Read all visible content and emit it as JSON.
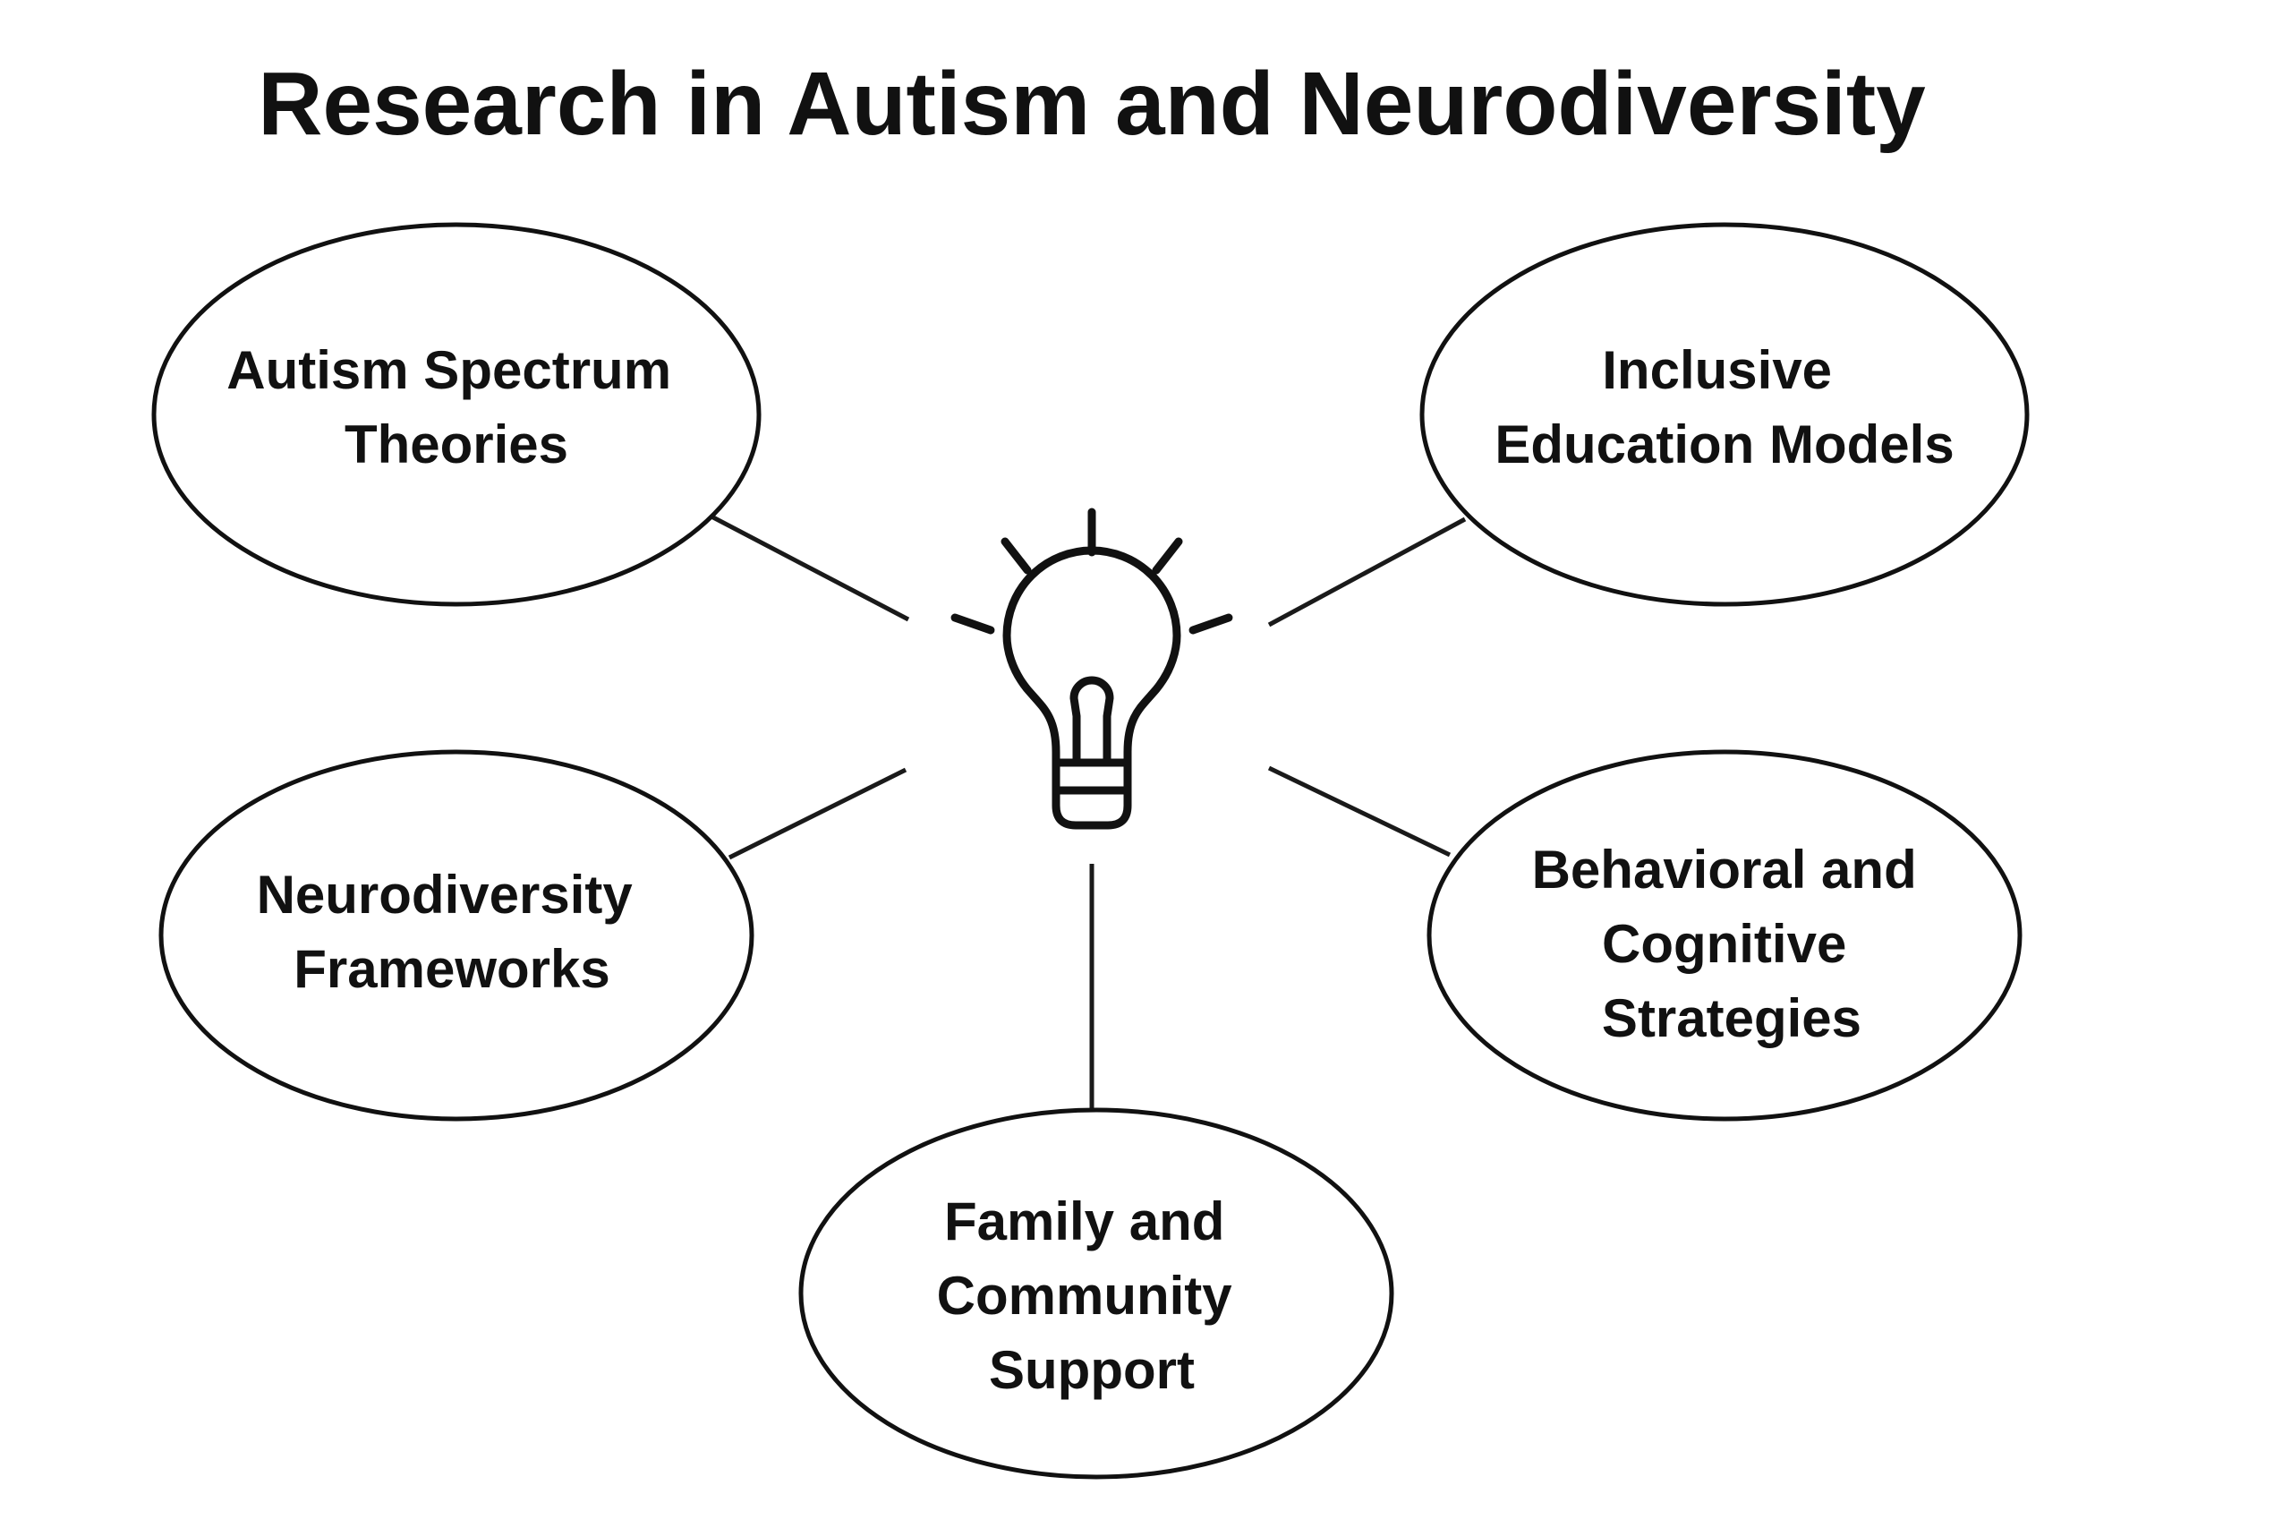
{
  "title": "Research in Autism and Neurodiversity",
  "center_icon": "lightbulb-icon",
  "nodes": [
    {
      "id": "autism-spectrum-theories",
      "lines": [
        "Autism Spectrum",
        "Theories"
      ]
    },
    {
      "id": "inclusive-education-models",
      "lines": [
        "Inclusive",
        "Education Models"
      ]
    },
    {
      "id": "neurodiversity-frameworks",
      "lines": [
        "Neurodiversity",
        "Frameworks"
      ]
    },
    {
      "id": "behavioral-and-cognitive-strategies",
      "lines": [
        "Behavioral and",
        "Cognitive",
        "Strategies"
      ]
    },
    {
      "id": "family-and-community-support",
      "lines": [
        "Family and",
        "Community",
        "Support"
      ]
    }
  ],
  "colors": {
    "stroke": "#111111",
    "background": "#ffffff",
    "text": "#111111"
  }
}
